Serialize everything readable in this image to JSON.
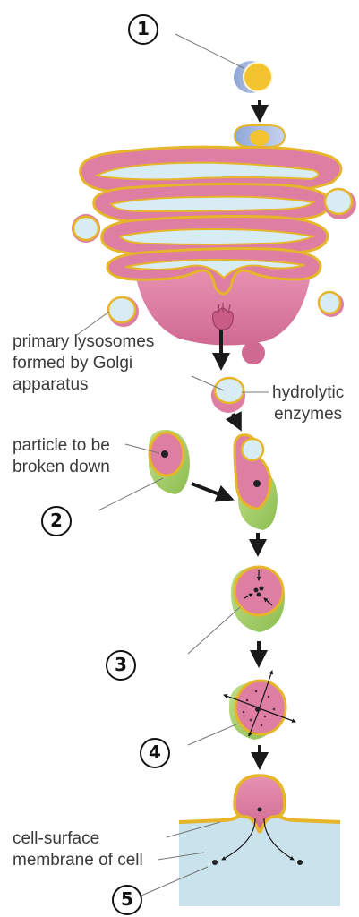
{
  "markers": [
    "1",
    "2",
    "3",
    "4",
    "5"
  ],
  "labels": {
    "primary_lysosomes": [
      "primary lysosomes",
      "formed by Golgi",
      "apparatus"
    ],
    "hydrolytic_enzymes": [
      "hydrolytic",
      "enzymes"
    ],
    "particle": [
      "particle to be",
      "broken down"
    ],
    "membrane": [
      "cell-surface",
      "membrane of cell"
    ]
  },
  "colors": {
    "golgi_pink": "#dd7ea2",
    "golgi_rim": "#e6b52a",
    "lumen_blue": "#d8ecf3",
    "enzyme_yellow": "#f4c430",
    "vacuole_green": "#a6cf67",
    "extracellular_blue": "#c9e2ec",
    "arrow": "#1a1a1a"
  }
}
